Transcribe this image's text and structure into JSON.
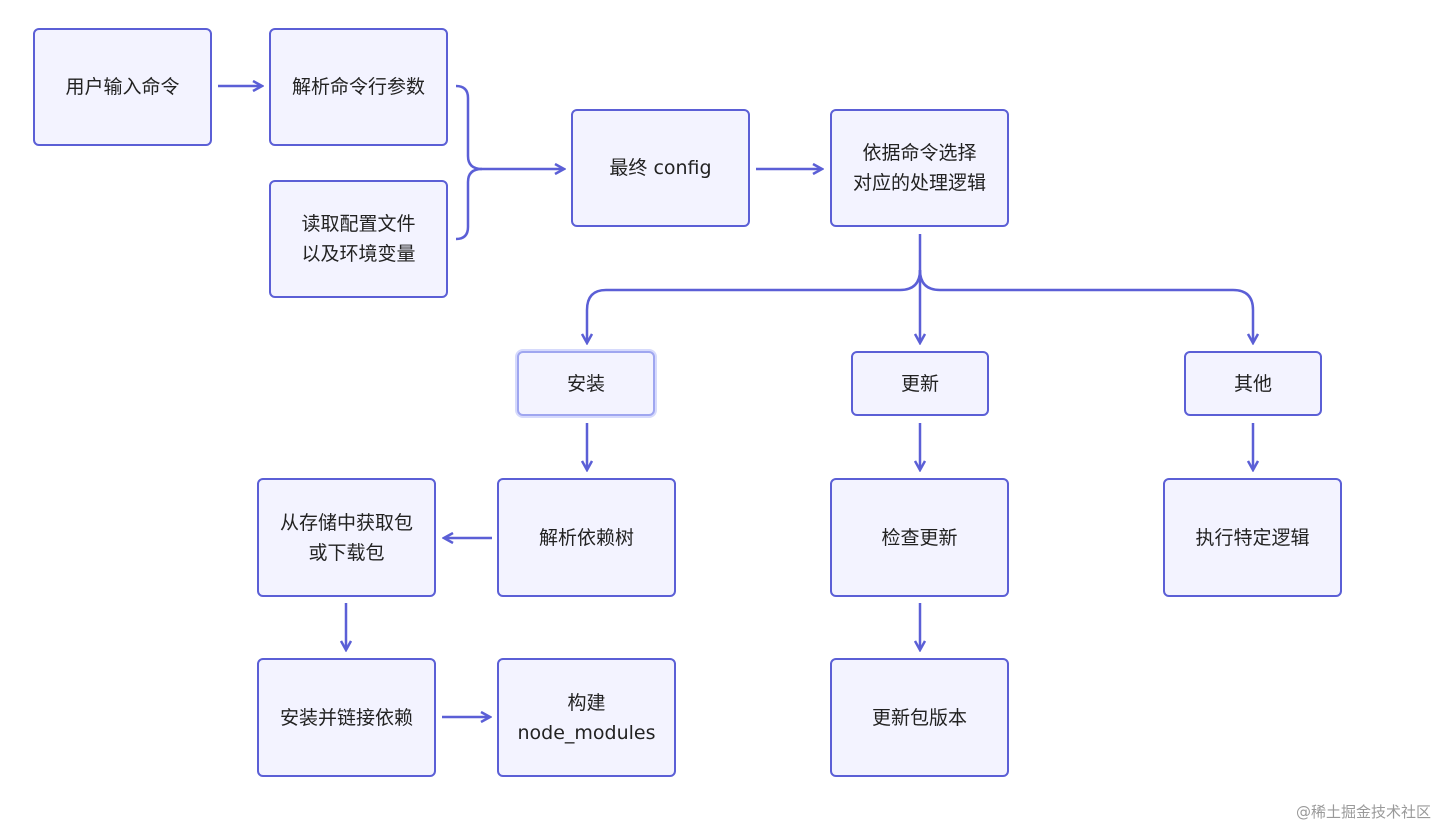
{
  "diagram": {
    "nodes": {
      "user_input": "用户输入命令",
      "parse_args": "解析命令行参数",
      "read_config": "读取配置文件\n以及环境变量",
      "final_config": "最终 config",
      "select_logic": "依据命令选择\n对应的处理逻辑",
      "install": "安装",
      "update": "更新",
      "other": "其他",
      "parse_deps": "解析依赖树",
      "fetch_pkg": "从存储中获取包\n或下载包",
      "install_link": "安装并链接依赖",
      "build_modules": "构建\nnode_modules",
      "check_update": "检查更新",
      "update_version": "更新包版本",
      "exec_logic": "执行特定逻辑"
    },
    "colors": {
      "stroke": "#5b5fd6",
      "fill": "#f3f3ff",
      "selected_stroke": "#9fa6f0"
    }
  },
  "watermark": "@稀土掘金技术社区"
}
